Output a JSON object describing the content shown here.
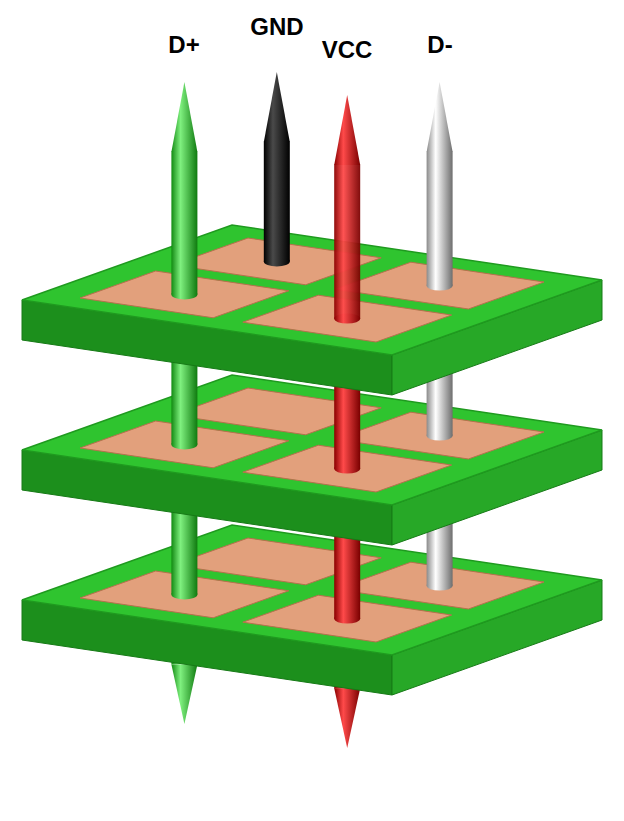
{
  "diagram": {
    "labels": [
      "D+",
      "GND",
      "VCC",
      "D-"
    ]
  }
}
